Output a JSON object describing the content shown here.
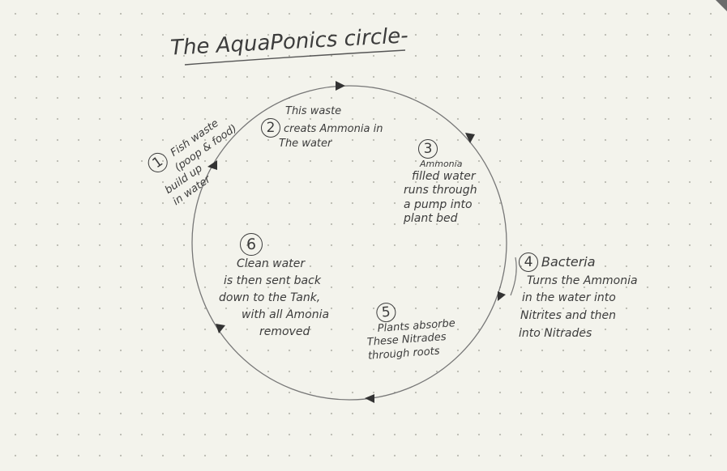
{
  "title": "The AquaPonics circle-",
  "steps": [
    {
      "number": "1",
      "lines": [
        "Fish waste",
        "(poop & food)",
        "build up",
        "in water"
      ]
    },
    {
      "number": "2",
      "lines": [
        "This waste",
        "creats Ammonia in",
        "The water"
      ]
    },
    {
      "number": "3",
      "lines": [
        "Ammonia",
        "filled water",
        "runs through",
        "a pump into",
        "plant bed"
      ]
    },
    {
      "number": "4",
      "lines": [
        "Bacteria",
        "Turns the Ammonia",
        "in the water into",
        "Nitrites and then",
        "into Nitrades"
      ]
    },
    {
      "number": "5",
      "lines": [
        "Plants absorbe",
        "These Nitrades",
        "through roots"
      ]
    },
    {
      "number": "6",
      "lines": [
        "Clean water",
        "is then sent back",
        "down to the Tank,",
        "with all Amonia",
        "removed"
      ]
    }
  ],
  "colors": {
    "paper": "#f3f3ec",
    "ink": "#3c3c3c",
    "dots": "#b9b9b0"
  }
}
